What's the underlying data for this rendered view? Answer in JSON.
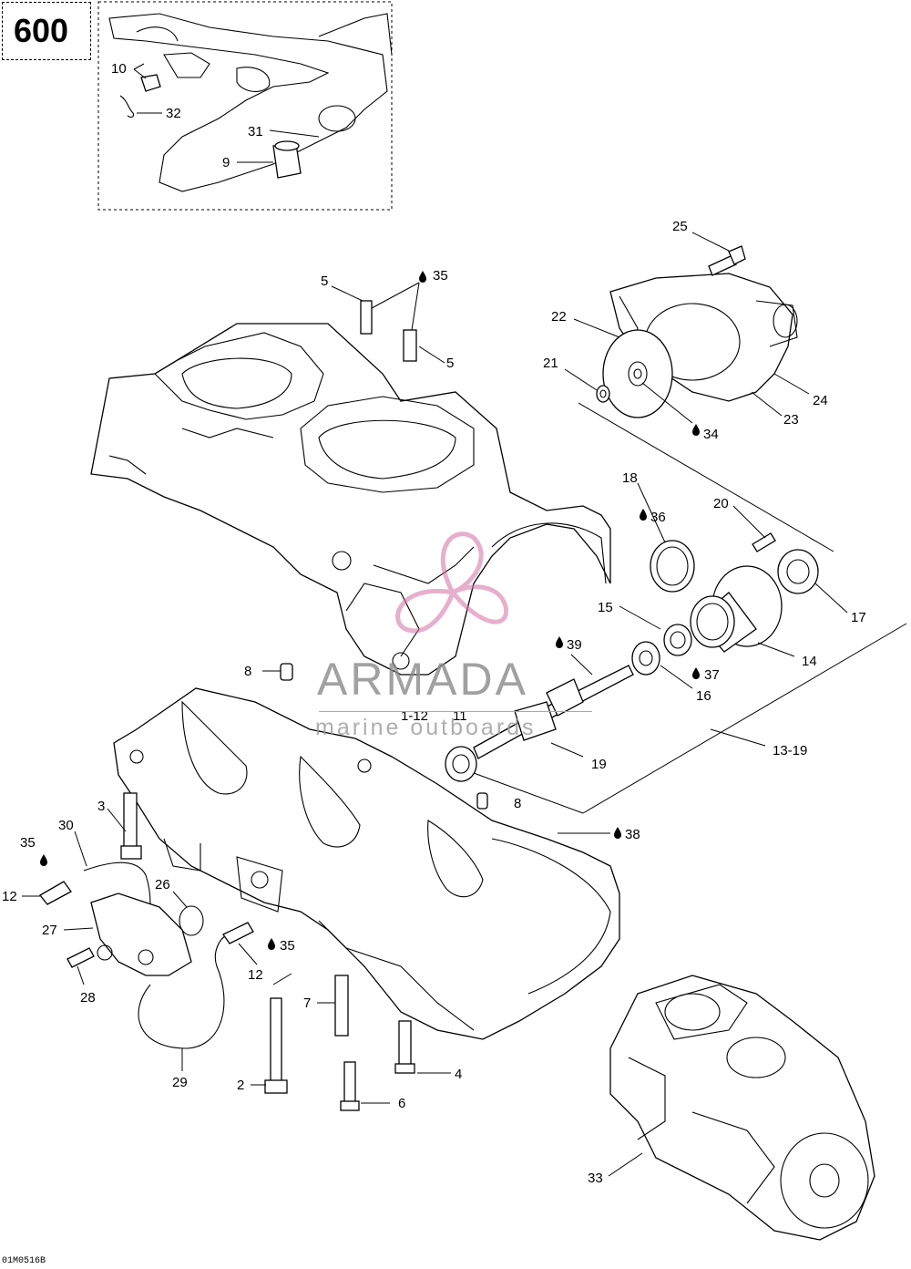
{
  "diagram": {
    "model": "600",
    "figure_code": "01M0516B",
    "watermark": {
      "brand": "ARMADA",
      "tagline": "marine outboards"
    },
    "callouts": [
      {
        "id": "c10",
        "text": "10"
      },
      {
        "id": "c32",
        "text": "32"
      },
      {
        "id": "c31",
        "text": "31"
      },
      {
        "id": "c9",
        "text": "9"
      },
      {
        "id": "c25",
        "text": "25"
      },
      {
        "id": "c5a",
        "text": "5"
      },
      {
        "id": "c35a",
        "text": "35"
      },
      {
        "id": "c5b",
        "text": "5"
      },
      {
        "id": "c22",
        "text": "22"
      },
      {
        "id": "c21",
        "text": "21"
      },
      {
        "id": "c24",
        "text": "24"
      },
      {
        "id": "c23",
        "text": "23"
      },
      {
        "id": "c34",
        "text": "34"
      },
      {
        "id": "c18",
        "text": "18"
      },
      {
        "id": "c20",
        "text": "20"
      },
      {
        "id": "c36",
        "text": "36"
      },
      {
        "id": "c15",
        "text": "15"
      },
      {
        "id": "c17",
        "text": "17"
      },
      {
        "id": "c39",
        "text": "39"
      },
      {
        "id": "c14",
        "text": "14"
      },
      {
        "id": "c37",
        "text": "37"
      },
      {
        "id": "c16",
        "text": "16"
      },
      {
        "id": "c8a",
        "text": "8"
      },
      {
        "id": "c1_12",
        "text": "1-12"
      },
      {
        "id": "c11",
        "text": "11"
      },
      {
        "id": "c19",
        "text": "19"
      },
      {
        "id": "c13_19",
        "text": "13-19"
      },
      {
        "id": "c8b",
        "text": "8"
      },
      {
        "id": "c3",
        "text": "3"
      },
      {
        "id": "c30",
        "text": "30"
      },
      {
        "id": "c38",
        "text": "38"
      },
      {
        "id": "c35b",
        "text": "35"
      },
      {
        "id": "c12a",
        "text": "12"
      },
      {
        "id": "c26",
        "text": "26"
      },
      {
        "id": "c27",
        "text": "27"
      },
      {
        "id": "c35c",
        "text": "35"
      },
      {
        "id": "c12b",
        "text": "12"
      },
      {
        "id": "c28",
        "text": "28"
      },
      {
        "id": "c7",
        "text": "7"
      },
      {
        "id": "c4",
        "text": "4"
      },
      {
        "id": "c29",
        "text": "29"
      },
      {
        "id": "c2",
        "text": "2"
      },
      {
        "id": "c6",
        "text": "6"
      },
      {
        "id": "c33",
        "text": "33"
      }
    ]
  }
}
